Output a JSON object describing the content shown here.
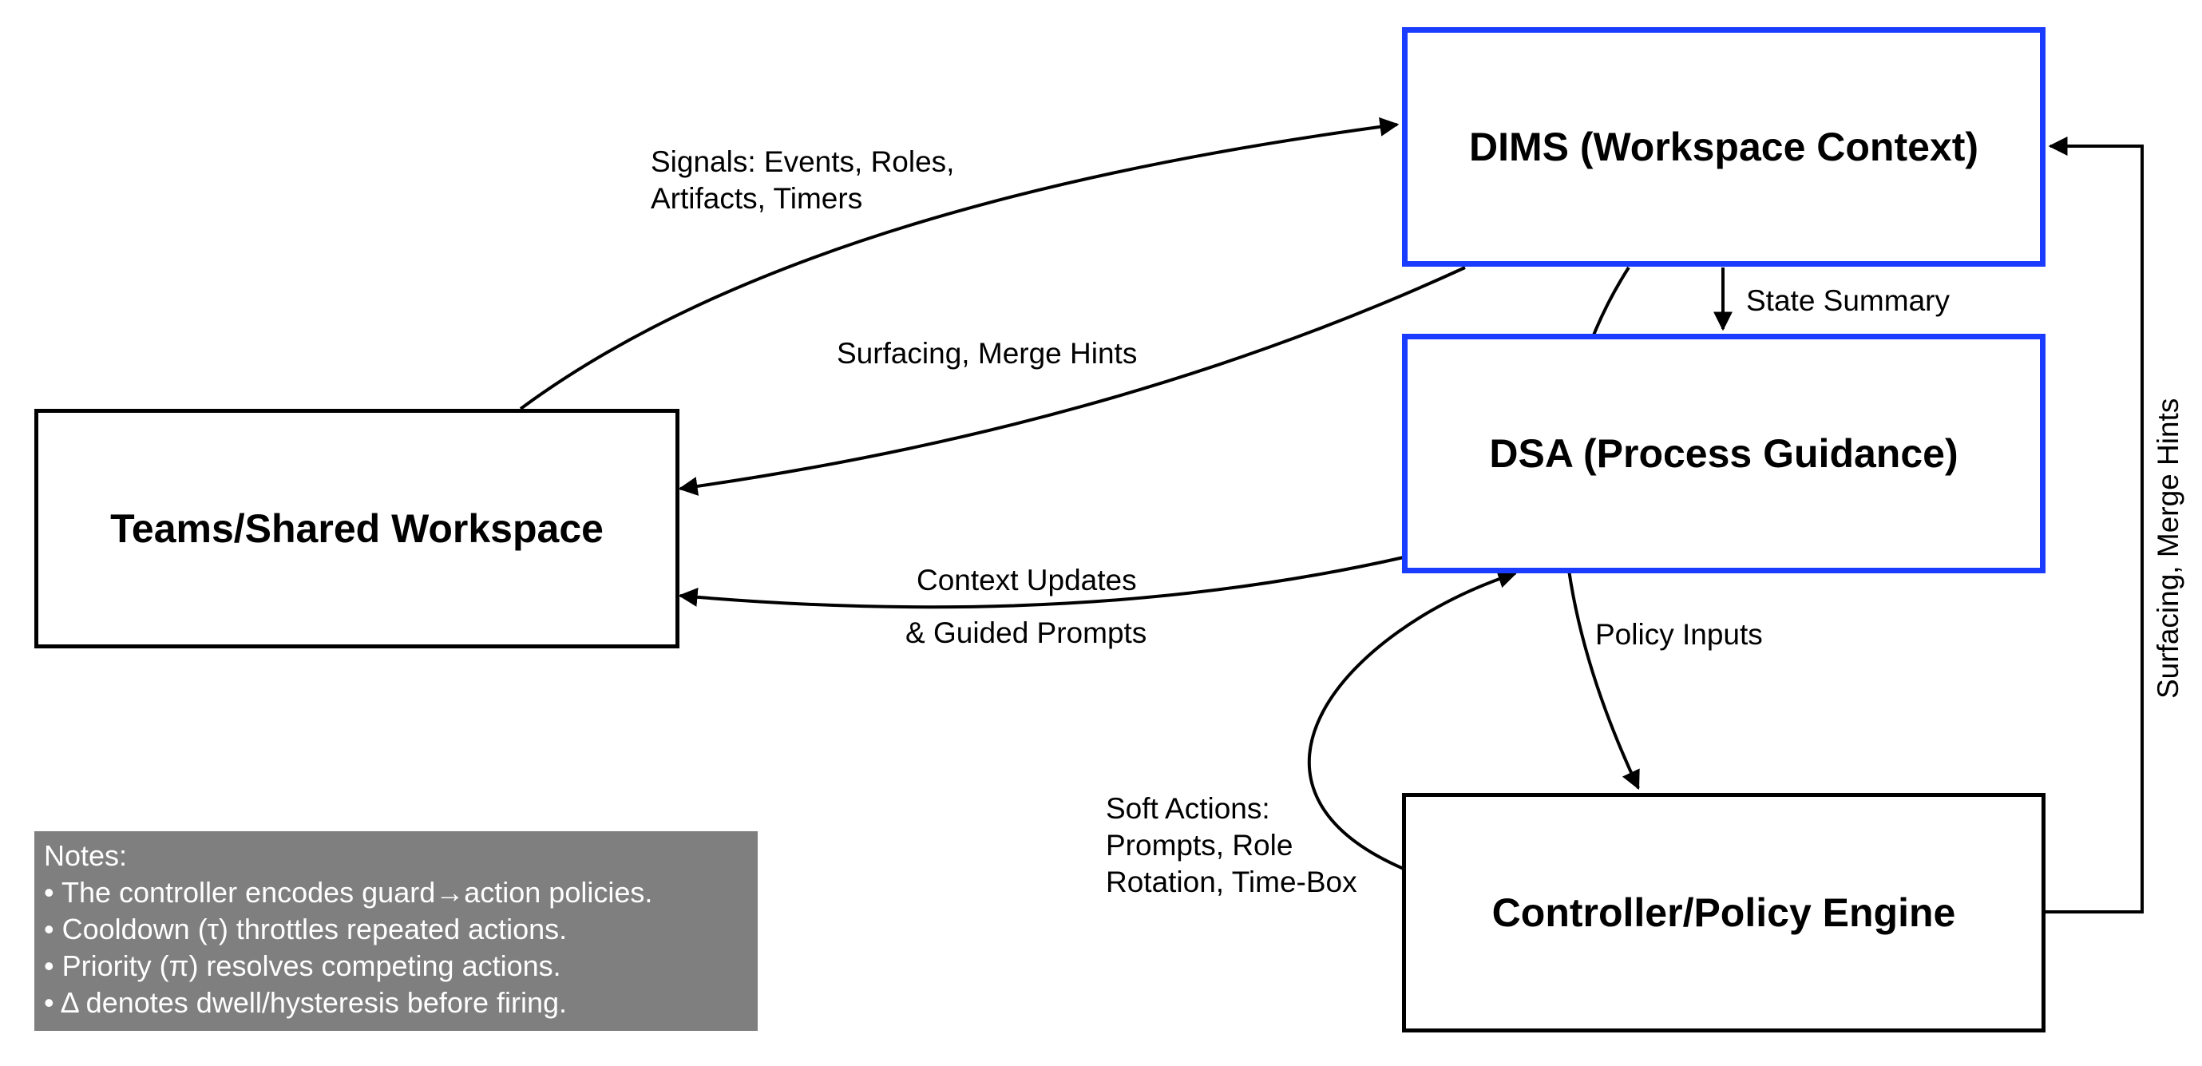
{
  "nodes": {
    "dims": "DIMS (Workspace Context)",
    "dsa": "DSA (Process Guidance)",
    "teams": "Teams/Shared Workspace",
    "controller": "Controller/Policy Engine"
  },
  "edges": {
    "signals_line1": "Signals: Events, Roles,",
    "signals_line2": "Artifacts, Timers",
    "surfacing_merge": "Surfacing, Merge Hints",
    "context_updates_line1": "Context Updates",
    "context_updates_line2": "& Guided Prompts",
    "state_summary": "State Summary",
    "policy_inputs": "Policy Inputs",
    "soft_actions_line1": "Soft Actions:",
    "soft_actions_line2": "Prompts, Role",
    "soft_actions_line3": "Rotation, Time-Box",
    "surfacing_merge_vertical": "Surfacing, Merge Hints"
  },
  "notes": {
    "title": "Notes:",
    "items": [
      "• The controller encodes guard→action policies.",
      "• Cooldown (τ) throttles repeated actions.",
      "• Priority (π) resolves competing actions.",
      "• Δ denotes dwell/hysteresis before firing."
    ]
  },
  "colors": {
    "highlight_border": "#1a3cff",
    "notes_background": "#7f7f7f",
    "notes_text": "#ffffff",
    "line": "#000000"
  }
}
